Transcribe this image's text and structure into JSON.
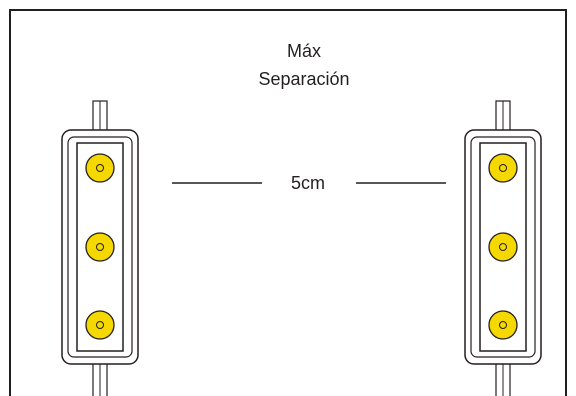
{
  "title": {
    "line1": "Máx",
    "line2": "Separación"
  },
  "distance_label": "5cm",
  "colors": {
    "stroke": "#231f20",
    "led_fill": "#f5d800",
    "led_ring": "#231f20",
    "background": "#ffffff"
  },
  "modules": [
    {
      "name": "left-led-module",
      "leds": 3
    },
    {
      "name": "right-led-module",
      "leds": 3
    }
  ]
}
